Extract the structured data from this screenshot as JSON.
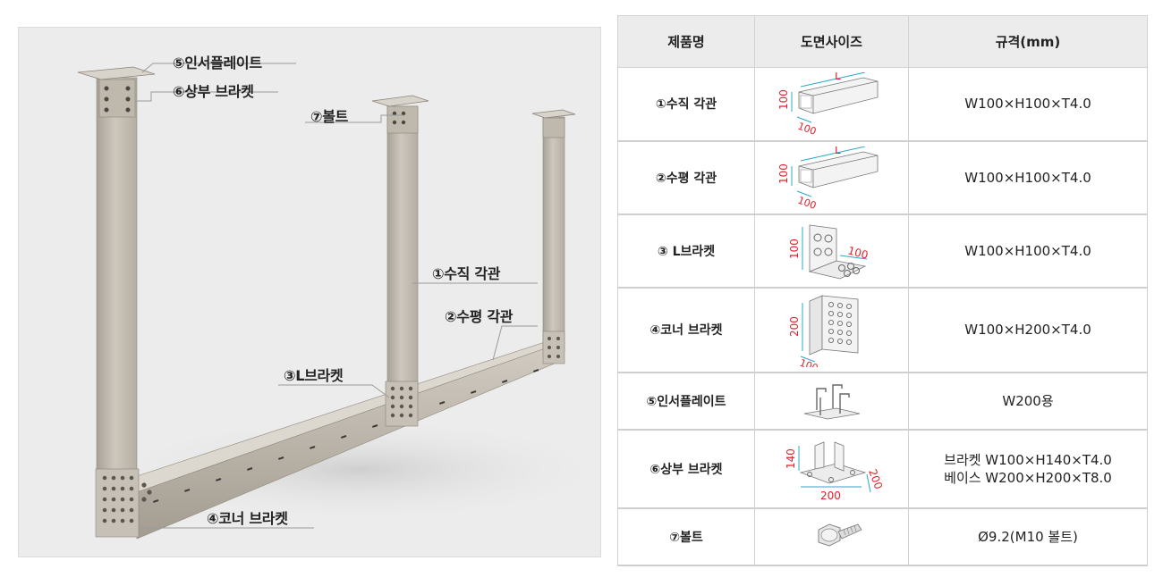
{
  "diagram": {
    "callouts": {
      "insert_plate": "⑤인서플레이트",
      "top_bracket": "⑥상부 브라켓",
      "bolt": "⑦볼트",
      "vertical_pipe": "①수직 각관",
      "horizontal_pipe": "②수평 각관",
      "l_bracket": "③L브라켓",
      "corner_bracket": "④코너 브라켓"
    }
  },
  "table": {
    "headers": [
      "제품명",
      "도면사이즈",
      "규격(mm)"
    ],
    "rows": [
      {
        "name": "①수직 각관",
        "dims": [
          "100",
          "100",
          "L"
        ],
        "spec": [
          "W100×H100×T4.0"
        ]
      },
      {
        "name": "②수평 각관",
        "dims": [
          "100",
          "100",
          "L"
        ],
        "spec": [
          "W100×H100×T4.0"
        ]
      },
      {
        "name": "③ L브라켓",
        "dims": [
          "100",
          "100"
        ],
        "spec": [
          "W100×H100×T4.0"
        ]
      },
      {
        "name": "④코너 브라켓",
        "dims": [
          "200",
          "100"
        ],
        "spec": [
          "W100×H200×T4.0"
        ]
      },
      {
        "name": "⑤인서플레이트",
        "dims": [],
        "spec": [
          "W200용"
        ]
      },
      {
        "name": "⑥상부 브라켓",
        "dims": [
          "140",
          "200",
          "200"
        ],
        "spec": [
          "브라켓 W100×H140×T4.0",
          "베이스 W200×H200×T8.0"
        ]
      },
      {
        "name": "⑦볼트",
        "dims": [],
        "spec": [
          "Ø9.2(M10 볼트)"
        ]
      }
    ]
  },
  "colors": {
    "dimension_red": "#e0202a",
    "dimension_cyan": "#2aa8c8",
    "steel": "#bdb6ac",
    "header_bg": "#ececec"
  }
}
